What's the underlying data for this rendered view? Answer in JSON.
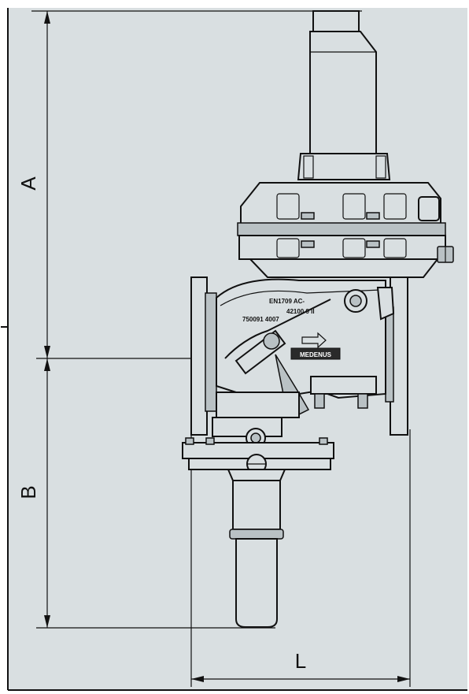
{
  "colors": {
    "background": "#d9dfe1",
    "line": "#111111",
    "page": "#ffffff"
  },
  "dimensions": {
    "a_label": "A",
    "b_label": "B",
    "l_label": "L"
  },
  "nameplate": {
    "line1": "EN1709 AC-",
    "line2": "42100 9 II",
    "line3": "750091 4007",
    "badge": "MEDENUS"
  }
}
